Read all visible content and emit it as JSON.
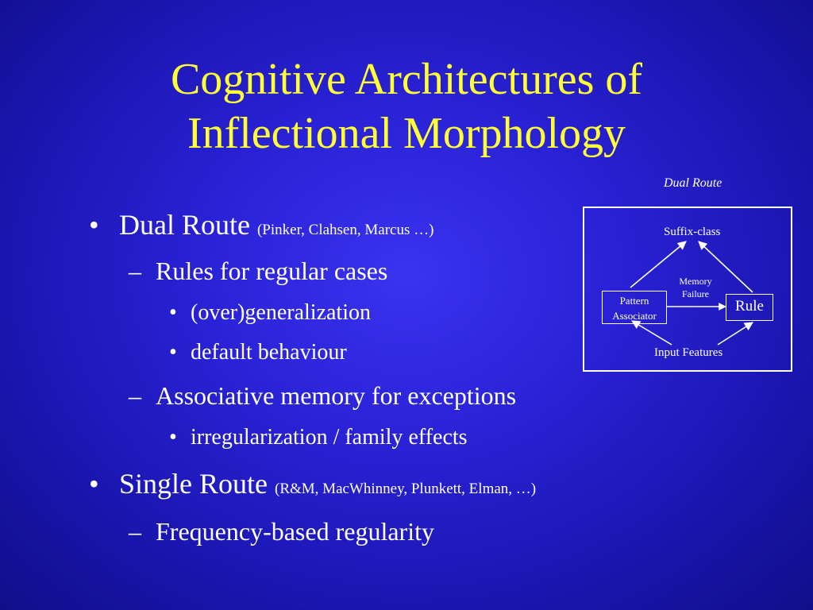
{
  "title": {
    "line1": "Cognitive Architectures of",
    "line2": "Inflectional Morphology"
  },
  "bullets": {
    "b1_text": "Dual Route",
    "b1_cite": "(Pinker, Clahsen, Marcus …)",
    "b1_1": "Rules for regular cases",
    "b1_1_1": "(over)generalization",
    "b1_1_2": "default behaviour",
    "b1_2": "Associative memory for exceptions",
    "b1_2_1": "irregularization / family effects",
    "b2_text": "Single Route",
    "b2_cite": "(R&M, MacWhinney, Plunkett, Elman, …)",
    "b2_1": "Frequency-based regularity"
  },
  "markers": {
    "bullet": "•",
    "dash": "–"
  },
  "diagram": {
    "caption": "Dual Route",
    "suffix_class": "Suffix-class",
    "memory": "Memory",
    "failure": "Failure",
    "pattern": "Pattern",
    "associator": "Associator",
    "rule": "Rule",
    "input_features": "Input Features"
  }
}
